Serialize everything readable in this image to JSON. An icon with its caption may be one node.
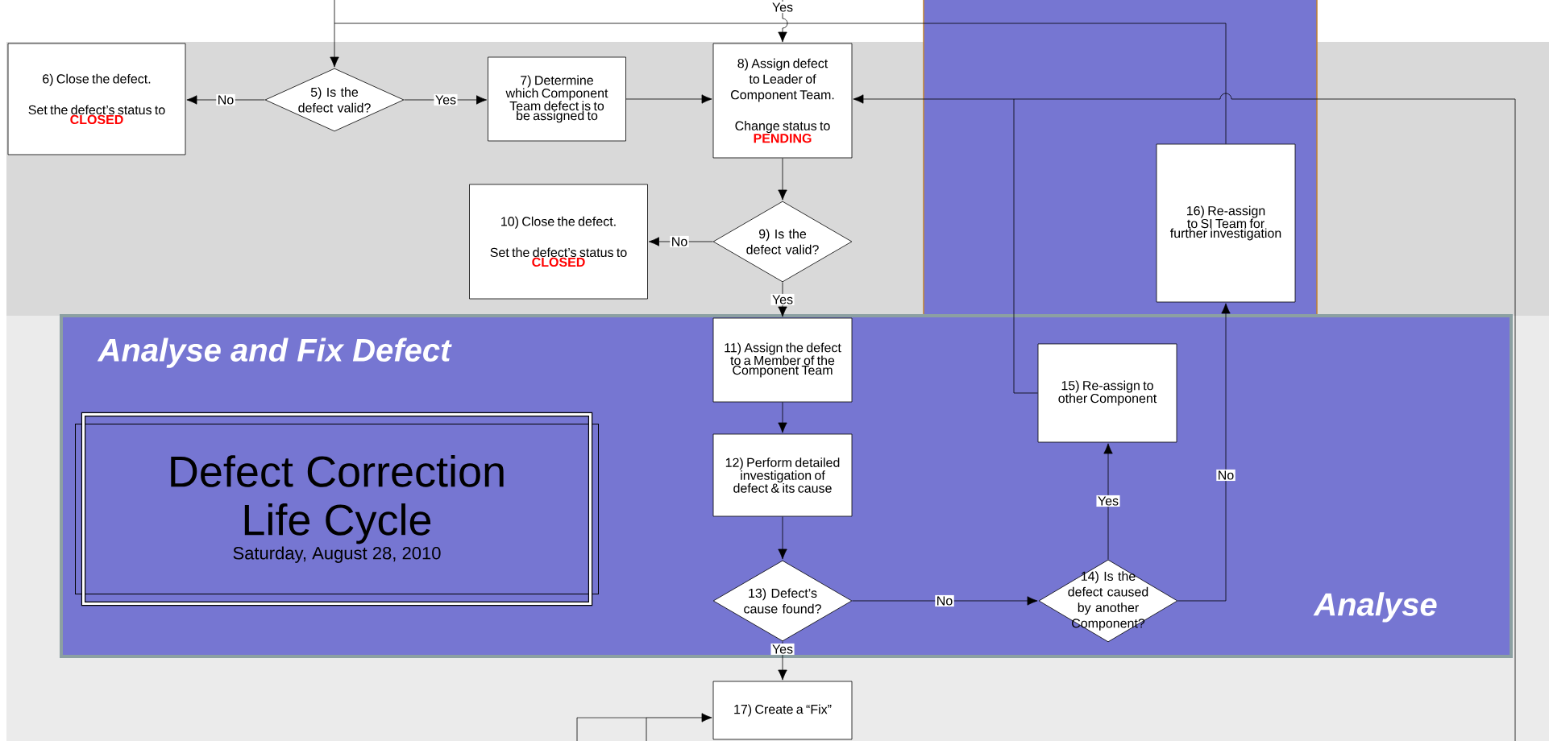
{
  "diagram": {
    "nodes": [
      {
        "text": [
          "5) Is the defect valid?"
        ]
      },
      {
        "text": [
          "6) Close the defect.",
          "Set the defect’s status to",
          "CLOSED"
        ]
      },
      {
        "text": [
          "7) Determine which Component Team defect is to be assigned to"
        ]
      },
      {
        "text": [
          "8) Assign defect to Leader of Component Team.",
          "Change status to",
          "PENDING"
        ]
      },
      {
        "text": [
          "9) Is the defect valid?"
        ]
      },
      {
        "text": [
          "10) Close the defect.",
          "Set the defect’s status to",
          "CLOSED"
        ]
      },
      {
        "text": [
          "Analyse and Fix Defect"
        ]
      },
      {
        "text": [
          "Defect Correction Life Cycle",
          "Saturday, August 28, 2010"
        ],
        "in": 6
      },
      {
        "text": [
          "11) Assign the defect to a Member of the Component Team"
        ],
        "in": 6
      },
      {
        "text": [
          "12) Perform detailed investigation of defect & its cause"
        ],
        "in": 6
      },
      {
        "text": [
          "13) Defect’s cause found?"
        ],
        "in": 6
      },
      {
        "text": [
          "14) Is the defect caused by another Component?"
        ],
        "in": 6
      },
      {
        "text": [
          "15) Re-assign to other Component"
        ],
        "in": 6
      },
      {
        "text": [
          "16) Re-assign to SI Team for further investigation"
        ]
      },
      {
        "text": [
          "17) Create a “Fix”"
        ]
      }
    ],
    "edges": [
      {
        "from": null,
        "to": 0,
        "arrow": "to"
      },
      {
        "from": 13,
        "to": 0,
        "arrow": "to"
      },
      {
        "from": null,
        "to": 3,
        "arrow": "to",
        "label": "Yes"
      },
      {
        "from": 0,
        "to": 1,
        "arrow": "to",
        "label": "No"
      },
      {
        "from": 0,
        "to": 2,
        "arrow": "to",
        "label": "Yes"
      },
      {
        "from": 2,
        "to": 3,
        "arrow": "to"
      },
      {
        "from": 3,
        "to": 4,
        "arrow": "to"
      },
      {
        "from": 4,
        "to": 5,
        "arrow": "to",
        "label": "No"
      },
      {
        "from": 4,
        "to": 8,
        "arrow": "to",
        "label": "Yes"
      },
      {
        "from": 8,
        "to": 9,
        "arrow": "to"
      },
      {
        "from": 9,
        "to": 10,
        "arrow": "to"
      },
      {
        "from": 10,
        "to": 11,
        "arrow": "to",
        "label": "No"
      },
      {
        "from": 10,
        "to": 14,
        "arrow": "to",
        "label": "Yes"
      },
      {
        "from": 11,
        "to": 12,
        "arrow": "to",
        "label": "Yes"
      },
      {
        "from": 11,
        "to": 13,
        "arrow": "to",
        "label": "No"
      },
      {
        "from": 12,
        "to": 3,
        "arrow": "to"
      },
      {
        "from": null,
        "to": 3,
        "arrow": "to"
      },
      {
        "from": null,
        "to": 14,
        "arrow": "to"
      },
      {
        "from": null,
        "to": 14,
        "arrow": "to"
      }
    ],
    "labels": [
      "Analyse"
    ]
  }
}
